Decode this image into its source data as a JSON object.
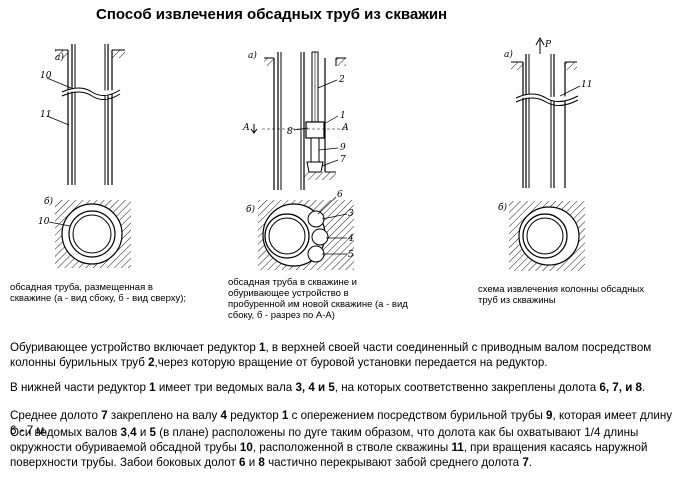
{
  "title": "Способ извлечения обсадных труб из скважин",
  "figures": {
    "left": {
      "label_a": "а)",
      "label_b": "б)",
      "callouts_a": [
        "10",
        "11"
      ],
      "callouts_b": [
        "10"
      ],
      "caption": [
        "обсадная труба, размещенная в",
        "скважине (а - вид сбоку, б - вид сверху);"
      ]
    },
    "middle": {
      "label_a": "а)",
      "label_b": "б)",
      "section_mark": "А",
      "callouts_a": [
        "1",
        "2",
        "8",
        "9",
        "7"
      ],
      "callouts_b": [
        "6",
        "3",
        "4",
        "5"
      ],
      "caption": [
        "обсадная труба в скважине и",
        "обуривающее устройство в",
        "пробуренной им новой скважине (а - вид",
        "сбоку, б - разрез по А-А)"
      ]
    },
    "right": {
      "label_a": "а)",
      "label_b": "б)",
      "arrow_label": "P",
      "callouts_a": [
        "11"
      ],
      "caption": [
        "схема извлечения колонны обсадных",
        "труб из скважины"
      ]
    }
  },
  "paragraphs": [
    [
      {
        "t": "Обуривающее устройство включает редуктор ",
        "b": false
      },
      {
        "t": "1",
        "b": true
      },
      {
        "t": ", в верхней своей части соединенный с приводным валом посредством колонны бурильных труб ",
        "b": false
      },
      {
        "t": "2",
        "b": true
      },
      {
        "t": ",через которую вращение от буровой установки передается на редуктор.",
        "b": false
      }
    ],
    [
      {
        "t": "В нижней части редуктор ",
        "b": false
      },
      {
        "t": "1",
        "b": true
      },
      {
        "t": " имеет три ведомых вала ",
        "b": false
      },
      {
        "t": "3, 4 и 5",
        "b": true
      },
      {
        "t": ", на которых соответственно закреплены долота ",
        "b": false
      },
      {
        "t": "6, 7, и 8",
        "b": true
      },
      {
        "t": ".",
        "b": false
      }
    ],
    [
      {
        "t": "Среднее долото ",
        "b": false
      },
      {
        "t": "7",
        "b": true
      },
      {
        "t": " закреплено на валу ",
        "b": false
      },
      {
        "t": "4",
        "b": true
      },
      {
        "t": " редуктор ",
        "b": false
      },
      {
        "t": "1",
        "b": true
      },
      {
        "t": " с опережением посредством бурильной трубы ",
        "b": false
      },
      {
        "t": "9",
        "b": true
      },
      {
        "t": ", которая имеет длину 6 - 7 м.",
        "b": false
      }
    ],
    [
      {
        "t": "Оси ведомых валов ",
        "b": false
      },
      {
        "t": "3",
        "b": true
      },
      {
        "t": ",",
        "b": false
      },
      {
        "t": "4",
        "b": true
      },
      {
        "t": " и ",
        "b": false
      },
      {
        "t": "5",
        "b": true
      },
      {
        "t": " (в плане) расположены по дуге таким образом, что долота как бы охватывают 1/4 длины окружности обуриваемой обсадной трубы ",
        "b": false
      },
      {
        "t": "10",
        "b": true
      },
      {
        "t": ", расположенной в стволе скважины ",
        "b": false
      },
      {
        "t": "11",
        "b": true
      },
      {
        "t": ", при вращения касаясь наружной поверхности трубы. Забои боковых долот ",
        "b": false
      },
      {
        "t": "6",
        "b": true
      },
      {
        "t": " и ",
        "b": false
      },
      {
        "t": "8",
        "b": true
      },
      {
        "t": " частично перекрывают забой среднего долота ",
        "b": false
      },
      {
        "t": "7",
        "b": true
      },
      {
        "t": ".",
        "b": false
      }
    ]
  ]
}
